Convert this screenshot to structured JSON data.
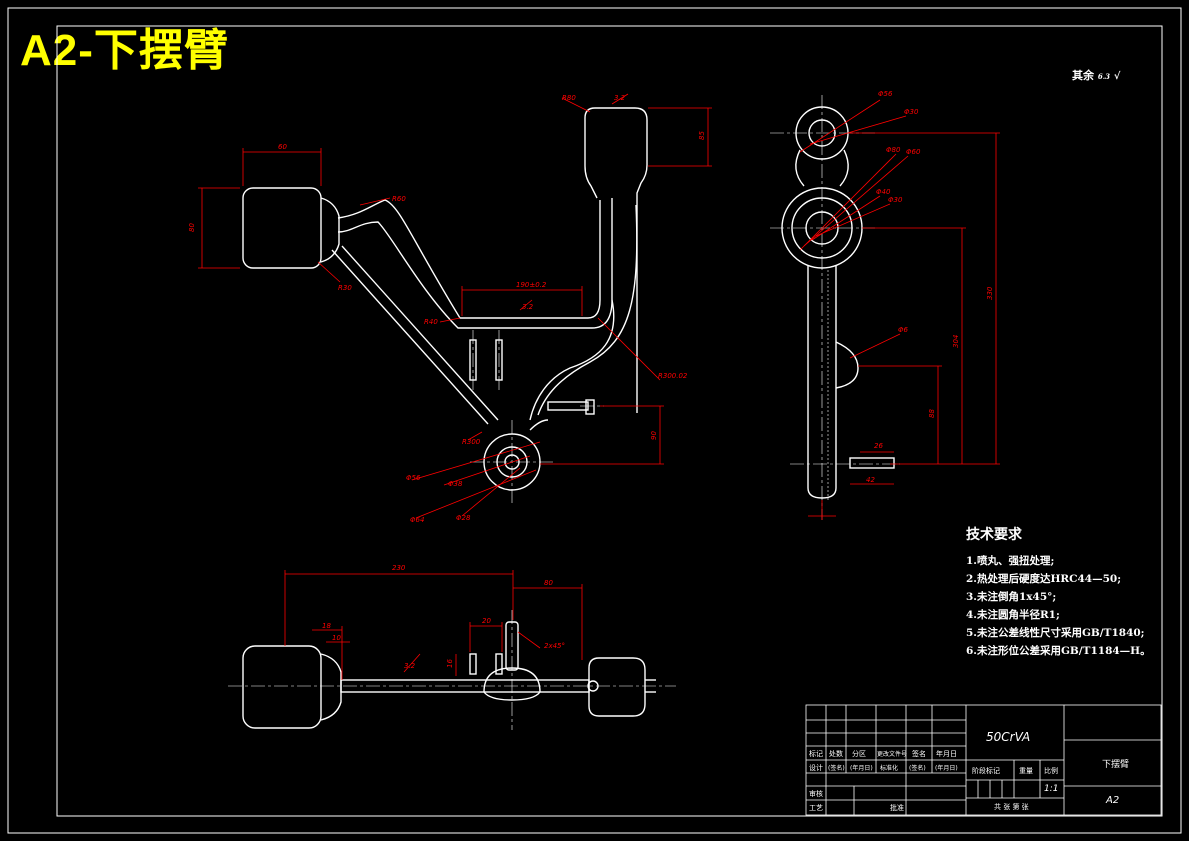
{
  "sheet_title": "A2-下摆臂",
  "roughness_note": "其余",
  "roughness_value": "6.3",
  "tech_requirements": {
    "heading": "技术要求",
    "items": [
      "1.喷丸、强扭处理;",
      "2.热处理后硬度达HRC44—50;",
      "3.未注倒角1x45°;",
      "4.未注圆角半径R1;",
      "5.未注公差线性尺寸采用GB/T1840;",
      "6.未注形位公差采用GB/T1184—H。"
    ]
  },
  "title_block": {
    "material": "50CrVA",
    "part_name": "下摆臂",
    "drawing_no": "A2",
    "scale": "1:1",
    "stage_mark": "阶段标记",
    "weight": "重量",
    "scale_label": "比例",
    "sheets": "共 张 第 张",
    "row1": [
      "标记",
      "处数",
      "分区",
      "更改文件号",
      "签名",
      "年月日"
    ],
    "row2": [
      "设计",
      "(签名)",
      "(年月日)",
      "标准化",
      "(签名)",
      "(年月日)"
    ],
    "review": "审核",
    "process": "工艺",
    "approve": "批准"
  },
  "dimensions": {
    "top_view": [
      "60",
      "80",
      "R60",
      "R30",
      "R80",
      "3.2",
      "R40",
      "85",
      "190±0.2",
      "3.2",
      "R300.02",
      "R300",
      "90",
      "Φ56",
      "Φ38",
      "Φ64",
      "Φ28"
    ],
    "side_view": [
      "Φ56",
      "Φ30",
      "Φ80",
      "Φ60",
      "Φ40",
      "Φ30",
      "Φ6",
      "26",
      "42",
      "330",
      "304",
      "88"
    ],
    "bottom_view": [
      "230",
      "80",
      "18",
      "10",
      "3.2",
      "20",
      "16",
      "2x45°"
    ]
  }
}
